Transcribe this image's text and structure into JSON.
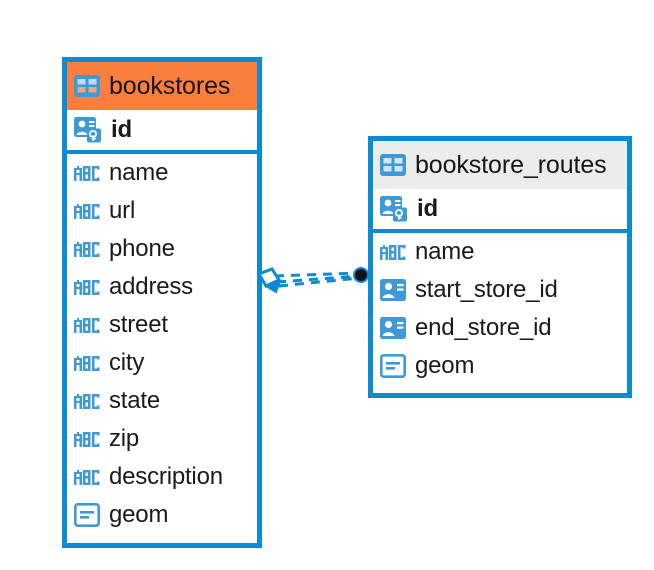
{
  "diagram": {
    "type": "entity-relationship-diagram",
    "colors": {
      "border": "#0b8bd4",
      "selected_header": "#fc7e3e",
      "default_header": "#ececec",
      "icon_blue": "#3d9ad6",
      "relation_line": "#0b8bd4",
      "relation_endpoint": "#111111"
    },
    "entities": [
      {
        "name": "bookstores",
        "header_icon": "table-icon",
        "selected": true,
        "fields": [
          {
            "name": "id",
            "icon": "primary-key-icon",
            "type": "key"
          },
          {
            "name": "name",
            "icon": "abc-text-icon",
            "type": "text"
          },
          {
            "name": "url",
            "icon": "abc-text-icon",
            "type": "text"
          },
          {
            "name": "phone",
            "icon": "abc-text-icon",
            "type": "text"
          },
          {
            "name": "address",
            "icon": "abc-text-icon",
            "type": "text"
          },
          {
            "name": "street",
            "icon": "abc-text-icon",
            "type": "text"
          },
          {
            "name": "city",
            "icon": "abc-text-icon",
            "type": "text"
          },
          {
            "name": "state",
            "icon": "abc-text-icon",
            "type": "text"
          },
          {
            "name": "zip",
            "icon": "abc-text-icon",
            "type": "text"
          },
          {
            "name": "description",
            "icon": "abc-text-icon",
            "type": "text"
          },
          {
            "name": "geom",
            "icon": "geometry-icon",
            "type": "geometry"
          }
        ]
      },
      {
        "name": "bookstore_routes",
        "header_icon": "table-icon",
        "selected": false,
        "fields": [
          {
            "name": "id",
            "icon": "primary-key-icon",
            "type": "key"
          },
          {
            "name": "name",
            "icon": "abc-text-icon",
            "type": "text"
          },
          {
            "name": "start_store_id",
            "icon": "foreign-key-icon",
            "type": "reference"
          },
          {
            "name": "end_store_id",
            "icon": "foreign-key-icon",
            "type": "reference"
          },
          {
            "name": "geom",
            "icon": "geometry-icon",
            "type": "geometry"
          }
        ]
      }
    ],
    "relationship": {
      "from": "bookstores",
      "to": "bookstore_routes",
      "line_style": "dashed",
      "source_marker": "crows-foot-diamond",
      "target_marker": "filled-circle"
    }
  }
}
